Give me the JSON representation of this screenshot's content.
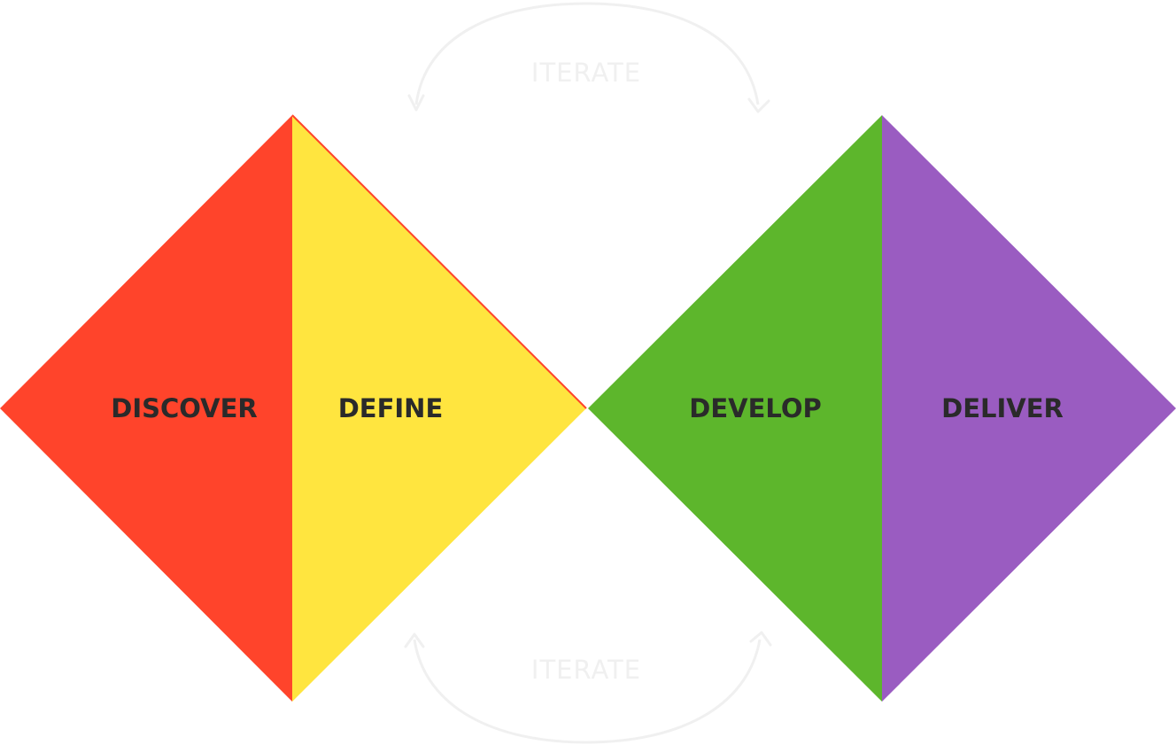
{
  "diagram": {
    "phases": [
      {
        "label": "DISCOVER",
        "color": "#ff442b"
      },
      {
        "label": "DEFINE",
        "color": "#ffe53f"
      },
      {
        "label": "DEVELOP",
        "color": "#5db62c"
      },
      {
        "label": "DELIVER",
        "color": "#9a5cc1"
      }
    ],
    "iterate_top": "ITERATE",
    "iterate_bottom": "ITERATE",
    "iterate_color": "#f0f0f0",
    "label_color": "#2a2a2a"
  }
}
